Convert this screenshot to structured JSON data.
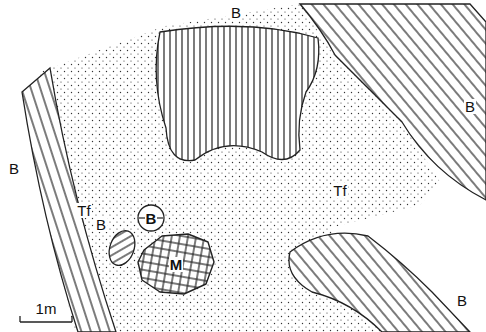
{
  "diagram": {
    "nodes": [
      {
        "text": [
          "B"
        ]
      },
      {
        "text": [
          "M"
        ]
      }
    ],
    "labels": [
      "B",
      "B",
      "B",
      "Tf",
      "Tf",
      "B",
      "B",
      "1m"
    ]
  }
}
